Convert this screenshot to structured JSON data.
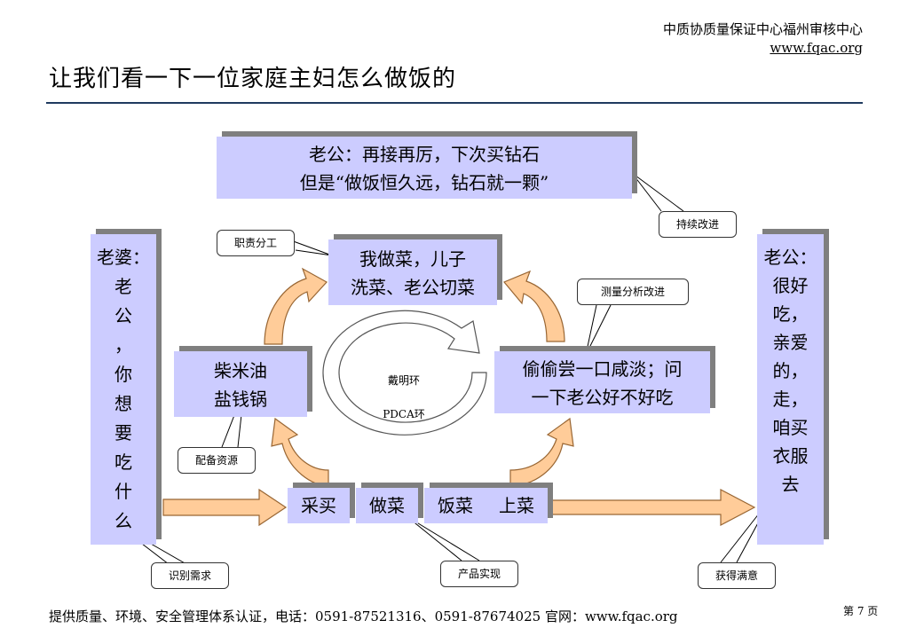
{
  "header": {
    "org": "中质协质量保证中心福州审核中心",
    "url": "www.fqac.org"
  },
  "title": "让我们看一下一位家庭主妇怎么做饭的",
  "boxes": {
    "top_line1": "老公：再接再厉，下次买钻石",
    "top_line2": "但是“做饭恒久远，钻石就一颗”",
    "cook_line1": "我做菜，儿子",
    "cook_line2": "洗菜、老公切菜",
    "supplies_line1": "柴米油",
    "supplies_line2": "盐钱锅",
    "taste_line1": "偷偷尝一口咸淡；问",
    "taste_line2": "一下老公好不好吃",
    "wife_lines": [
      "老婆：",
      "老",
      "公",
      "，",
      "你",
      "想",
      "要",
      "吃",
      "什",
      "么"
    ],
    "husband_lines": [
      "老公：",
      "很好",
      "吃，",
      "亲爱",
      "的，",
      "走，",
      "咱买",
      "衣服",
      "去"
    ]
  },
  "steps": [
    "采买",
    "做菜",
    "饭菜",
    "上菜"
  ],
  "cycle": {
    "label1": "戴明环",
    "label2": "PDCA环"
  },
  "callouts": {
    "continuous_improvement": "持续改进",
    "division_of_duties": "职责分工",
    "measure_analyze_improve": "测量分析改进",
    "allocate_resources": "配备资源",
    "identify_needs": "识别需求",
    "product_realization": "产品实现",
    "satisfaction": "获得满意"
  },
  "footer": "提供质量、环境、安全管理体系认证，电话：0591-87521316、0591-87674025  官网：www.fqac.org",
  "page_number": "第 7 页",
  "colors": {
    "box_fill": "#ccccff",
    "box_shadow": "#7f7f7f",
    "arrow_fill": "#ffcc99",
    "arrow_stroke": "#996633",
    "rule": "#1f3a5f"
  }
}
